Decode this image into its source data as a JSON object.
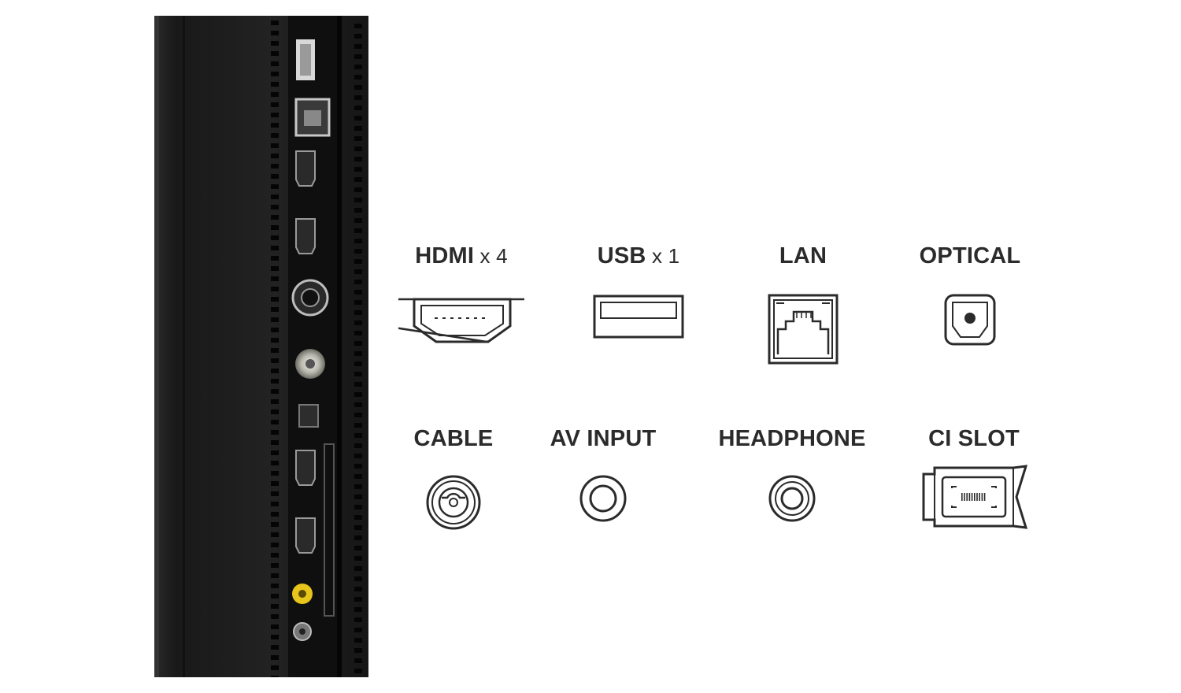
{
  "ports": [
    {
      "id": "hdmi",
      "name": "HDMI",
      "multiplier": " x 4",
      "icon": "hdmi-port-icon"
    },
    {
      "id": "usb",
      "name": "USB",
      "multiplier": " x 1",
      "icon": "usb-port-icon"
    },
    {
      "id": "lan",
      "name": "LAN",
      "multiplier": "",
      "icon": "lan-port-icon"
    },
    {
      "id": "optical",
      "name": "OPTICAL",
      "multiplier": "",
      "icon": "optical-port-icon"
    },
    {
      "id": "cable",
      "name": "CABLE",
      "multiplier": "",
      "icon": "cable-port-icon"
    },
    {
      "id": "av",
      "name": "AV INPUT",
      "multiplier": "",
      "icon": "av-input-port-icon"
    },
    {
      "id": "headphone",
      "name": "HEADPHONE",
      "multiplier": "",
      "icon": "headphone-port-icon"
    },
    {
      "id": "ci",
      "name": "CI SLOT",
      "multiplier": "",
      "icon": "ci-slot-icon"
    }
  ],
  "colors": {
    "icon_stroke": "#2b2b2b",
    "label_text": "#2b2b2b",
    "tv_body": "#1a1a1a",
    "tv_port_panel": "#0f0f0f",
    "av_connector": "#e8c51a"
  }
}
